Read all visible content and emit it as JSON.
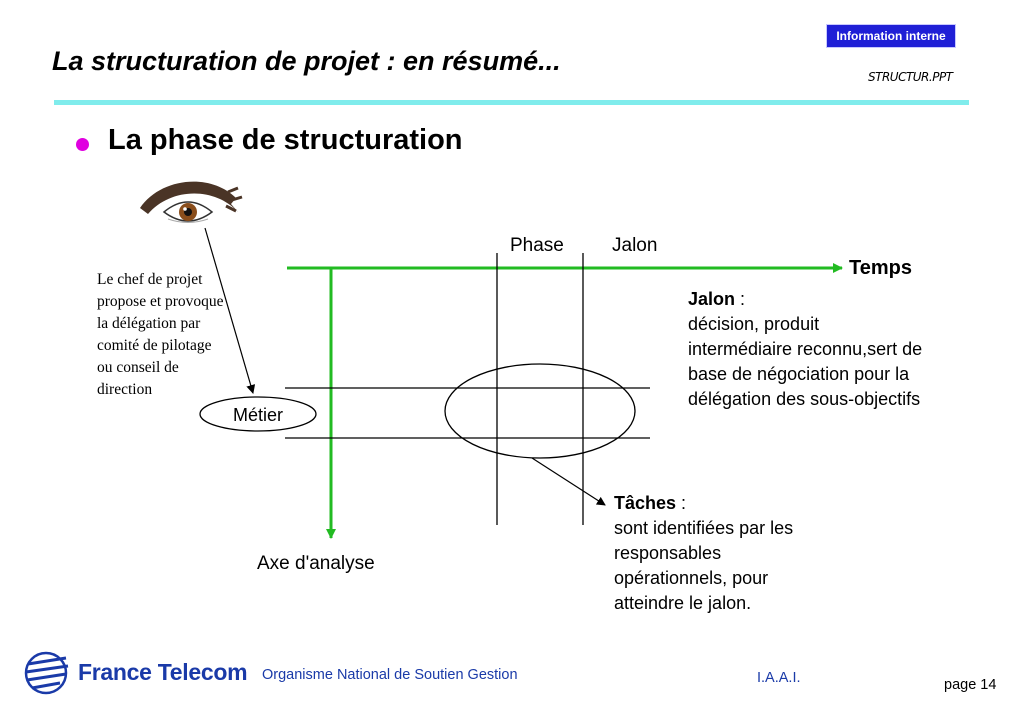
{
  "header": {
    "badge": "Information interne",
    "title": "La structuration de projet : en résumé...",
    "filename": "STRUCTUR.PPT"
  },
  "bullet": {
    "text": "La phase de structuration"
  },
  "diagram": {
    "left_note": "Le chef de projet propose et provoque la délégation par comité de pilotage ou conseil de direction",
    "phase_label": "Phase",
    "jalon_label": "Jalon",
    "time_axis_label": "Temps",
    "metier_label": "Métier",
    "analysis_axis_label": "Axe d'analyse",
    "jalon_note": {
      "term": "Jalon",
      "sep": " :",
      "body": "décision, produit intermédiaire reconnu,sert de base de négociation pour la délégation des sous-objectifs"
    },
    "taches_note": {
      "term": "Tâches",
      "sep": " :",
      "body": "sont identifiées par les responsables opérationnels, pour atteindre le jalon."
    },
    "axis_color": "#22bb22"
  },
  "footer": {
    "logo_text": "France Telecom",
    "org": "Organisme National de Soutien Gestion",
    "iaai": "I.A.A.I.",
    "page": "page 14"
  }
}
